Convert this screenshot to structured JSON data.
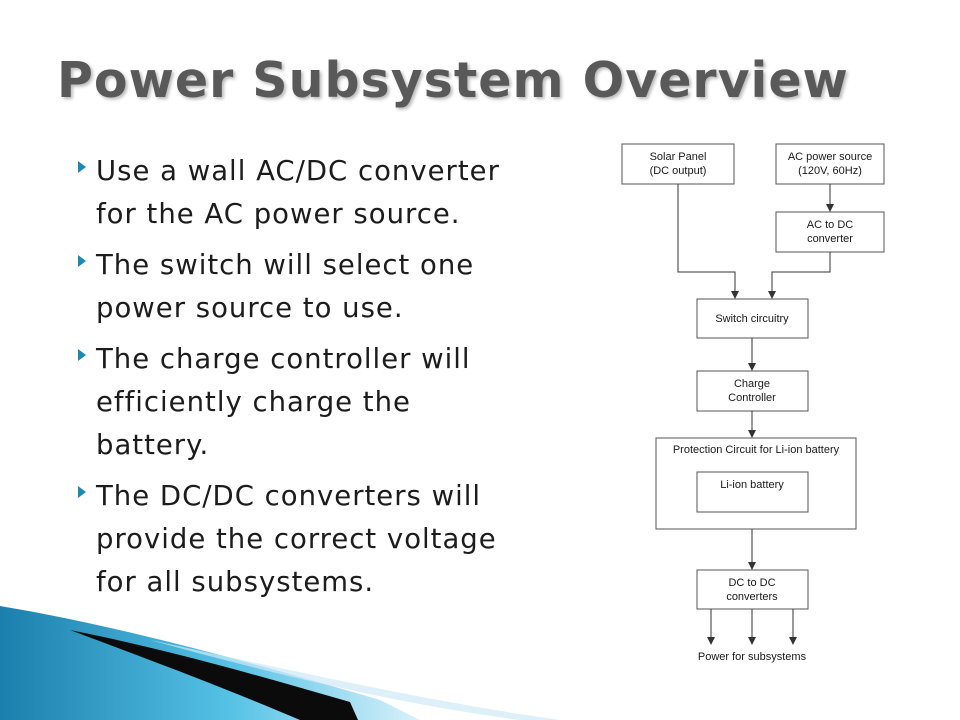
{
  "slide": {
    "title": "Power Subsystem Overview",
    "bullets": [
      [
        "Use a wall AC/DC converter",
        "for the AC power source."
      ],
      [
        "The switch will select one",
        "power source to use."
      ],
      [
        "The charge controller will",
        "efficiently charge the",
        "battery."
      ],
      [
        "The DC/DC converters will",
        "provide the correct voltage",
        "for all subsystems."
      ]
    ],
    "bullet_color": "#1e88b4"
  },
  "diagram": {
    "nodes": {
      "solar": [
        "Solar Panel",
        "(DC output)"
      ],
      "ac_source": [
        "AC power source",
        "(120V, 60Hz)"
      ],
      "ac_dc": [
        "AC to DC",
        "converter"
      ],
      "switch": [
        "Switch circuitry"
      ],
      "charge": [
        "Charge",
        "Controller"
      ],
      "protection": [
        "Protection Circuit for Li-ion battery"
      ],
      "battery": [
        "Li-ion battery"
      ],
      "dcdc": [
        "DC to DC",
        "converters"
      ],
      "output": [
        "Power for subsystems"
      ]
    },
    "edges": [
      [
        "solar",
        "switch"
      ],
      [
        "ac_source",
        "ac_dc"
      ],
      [
        "ac_dc",
        "switch"
      ],
      [
        "switch",
        "charge"
      ],
      [
        "charge",
        "protection"
      ],
      [
        "protection",
        "dcdc"
      ],
      [
        "dcdc",
        "output"
      ],
      [
        "dcdc",
        "output"
      ],
      [
        "dcdc",
        "output"
      ]
    ]
  },
  "colors": {
    "title": "#595959",
    "accent_teal": "#2a9fc9",
    "accent_dark": "#0b0b0b"
  }
}
